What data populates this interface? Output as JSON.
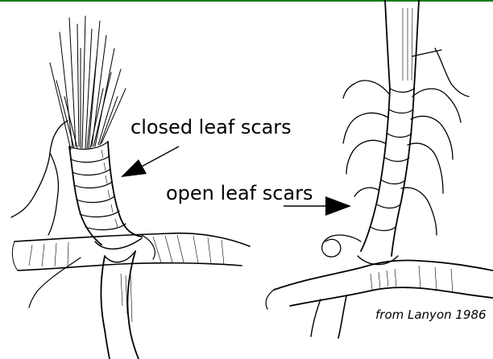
{
  "labels": {
    "closed": "closed leaf scars",
    "open": "open leaf scars"
  },
  "caption": "from Lanyon 1986",
  "colors": {
    "ink": "#000000",
    "background": "#ffffff",
    "top_rule": "#1a7a1a"
  }
}
